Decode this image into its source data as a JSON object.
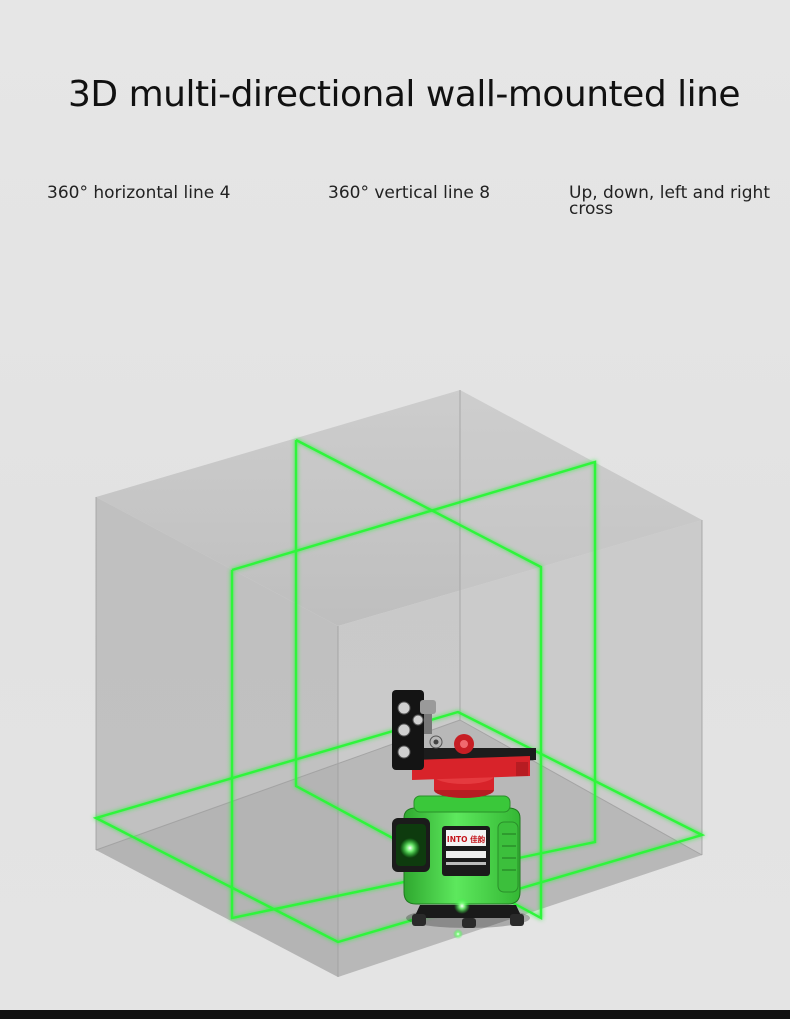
{
  "headline": "3D multi-directional wall-mounted line",
  "features": [
    {
      "label": "360° horizontal line 4"
    },
    {
      "label": "360° vertical line 8"
    },
    {
      "label": "Up, down, left and right cross"
    }
  ],
  "device": {
    "brand_badge": "INTO 佳韵"
  },
  "colors": {
    "laser": "#2df53a",
    "device_body": "#4ee24e",
    "bracket": "#d8232a",
    "background": "#e4e4e4"
  }
}
